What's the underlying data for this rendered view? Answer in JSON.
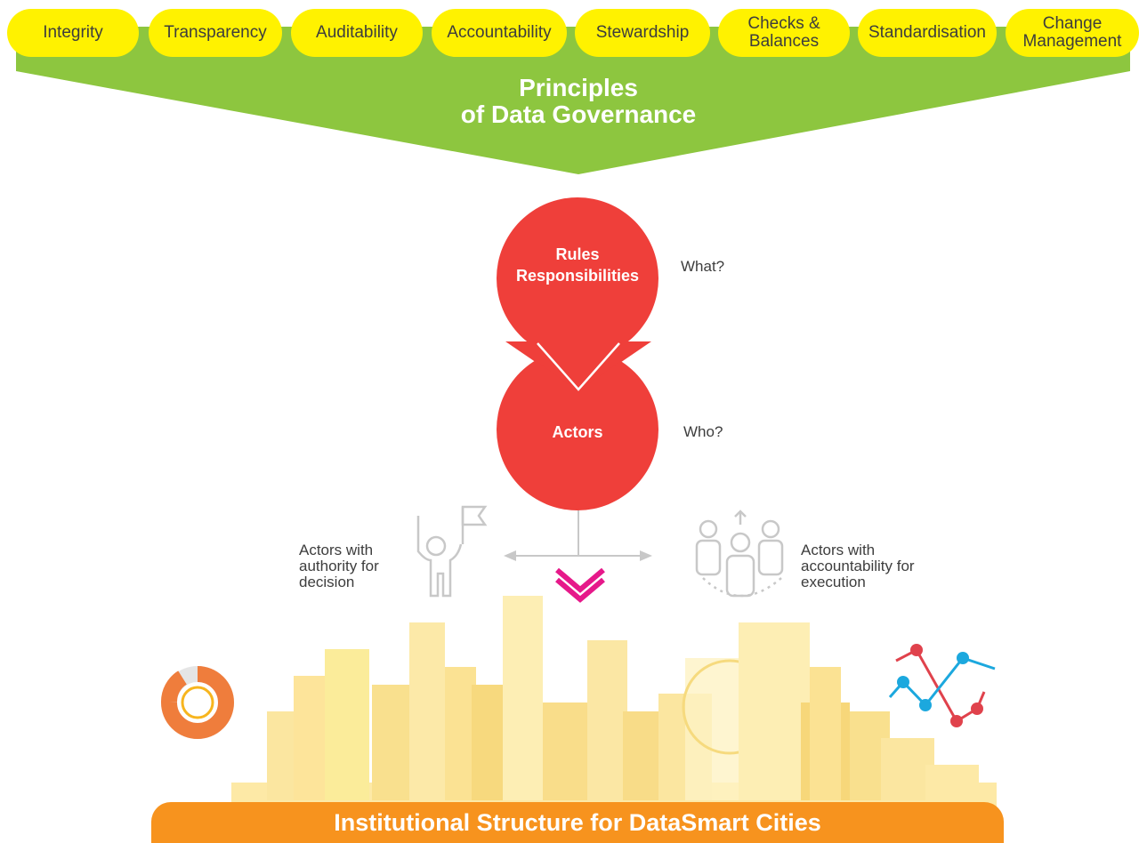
{
  "principles": [
    {
      "label": "Integrity"
    },
    {
      "label": "Transparency"
    },
    {
      "label": "Auditability"
    },
    {
      "label": "Accountability"
    },
    {
      "label": "Stewardship"
    },
    {
      "label": "Checks &\nBalances"
    },
    {
      "label": "Standardisation"
    },
    {
      "label": "Change\nManagement"
    }
  ],
  "banner": {
    "title": "Principles\nof Data Governance"
  },
  "rules_circle": {
    "label": "Rules\nResponsibilities",
    "question": "What?"
  },
  "actors_circle": {
    "label": "Actors",
    "question": "Who?"
  },
  "actors_left": {
    "text": "Actors with\nauthority for\ndecision"
  },
  "actors_right": {
    "text": "Actors with\naccountability for\nexecution"
  },
  "footer": {
    "title": "Institutional Structure for DataSmart Cities"
  },
  "colors": {
    "pill": "#fff200",
    "banner": "#8dc63f",
    "circle": "#ef3f3a",
    "footer": "#f7931e",
    "chevron": "#e6198a"
  }
}
